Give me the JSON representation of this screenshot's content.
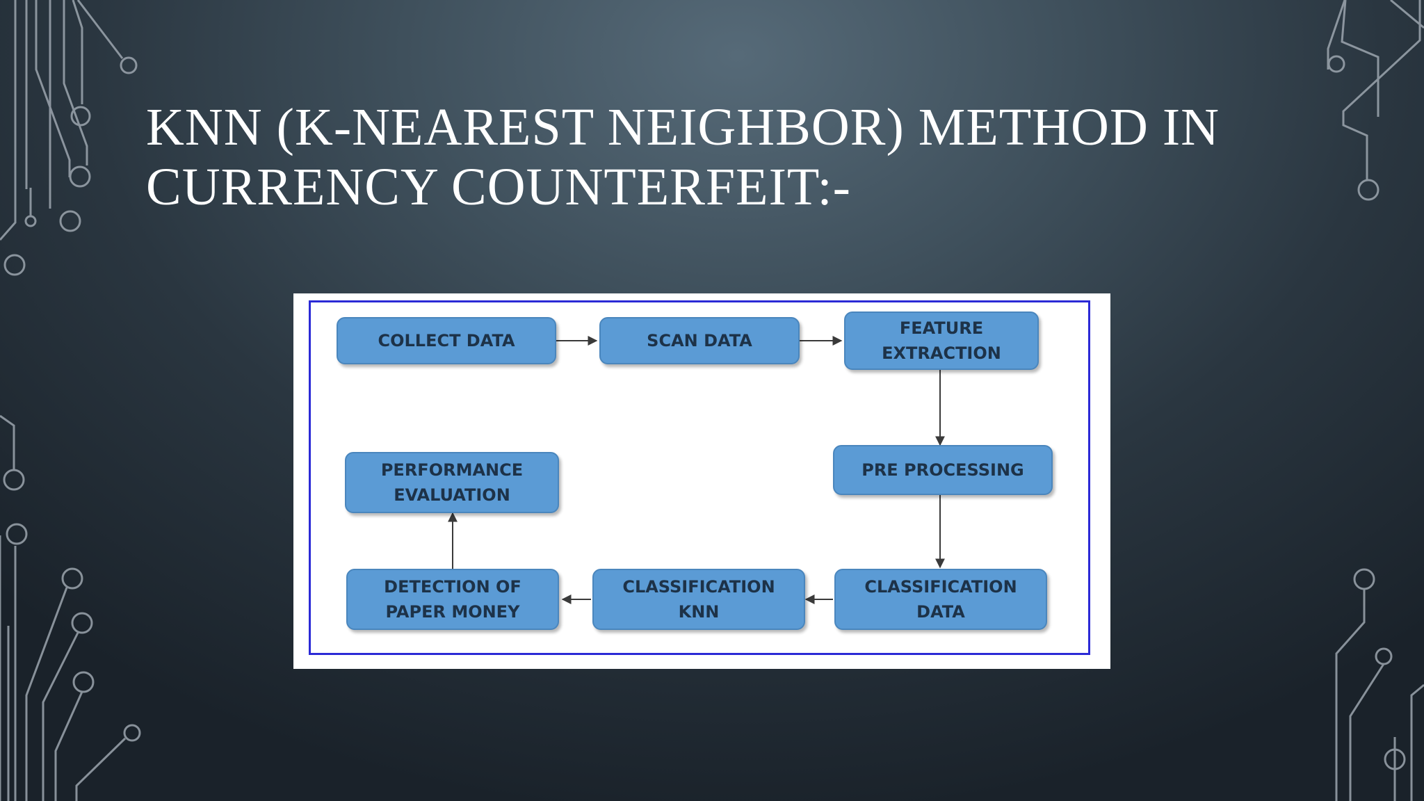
{
  "slide": {
    "title": "KNN (K-NEAREST NEIGHBOR) METHOD IN CURRENCY COUNTERFEIT:-"
  },
  "theme": {
    "node_fill": "#5b9bd5",
    "node_text": "#1d3248",
    "frame_border": "#2b2ad6",
    "arrow": "#3a3a3a",
    "circuit_line": "#a4adb6"
  },
  "diagram": {
    "nodes": [
      {
        "id": "collect",
        "label": "COLLECT DATA"
      },
      {
        "id": "scan",
        "label": "SCAN DATA"
      },
      {
        "id": "feature",
        "label": "FEATURE EXTRACTION"
      },
      {
        "id": "pre",
        "label": "PRE PROCESSING"
      },
      {
        "id": "classdata",
        "label": "CLASSIFICATION DATA"
      },
      {
        "id": "classknn",
        "label": "CLASSIFICATION KNN"
      },
      {
        "id": "detect",
        "label": "DETECTION OF PAPER MONEY"
      },
      {
        "id": "perf",
        "label": "PERFORMANCE EVALUATION"
      }
    ],
    "edges": [
      {
        "from": "collect",
        "to": "scan"
      },
      {
        "from": "scan",
        "to": "feature"
      },
      {
        "from": "feature",
        "to": "pre"
      },
      {
        "from": "pre",
        "to": "classdata"
      },
      {
        "from": "classdata",
        "to": "classknn"
      },
      {
        "from": "classknn",
        "to": "detect"
      },
      {
        "from": "detect",
        "to": "perf"
      }
    ]
  }
}
